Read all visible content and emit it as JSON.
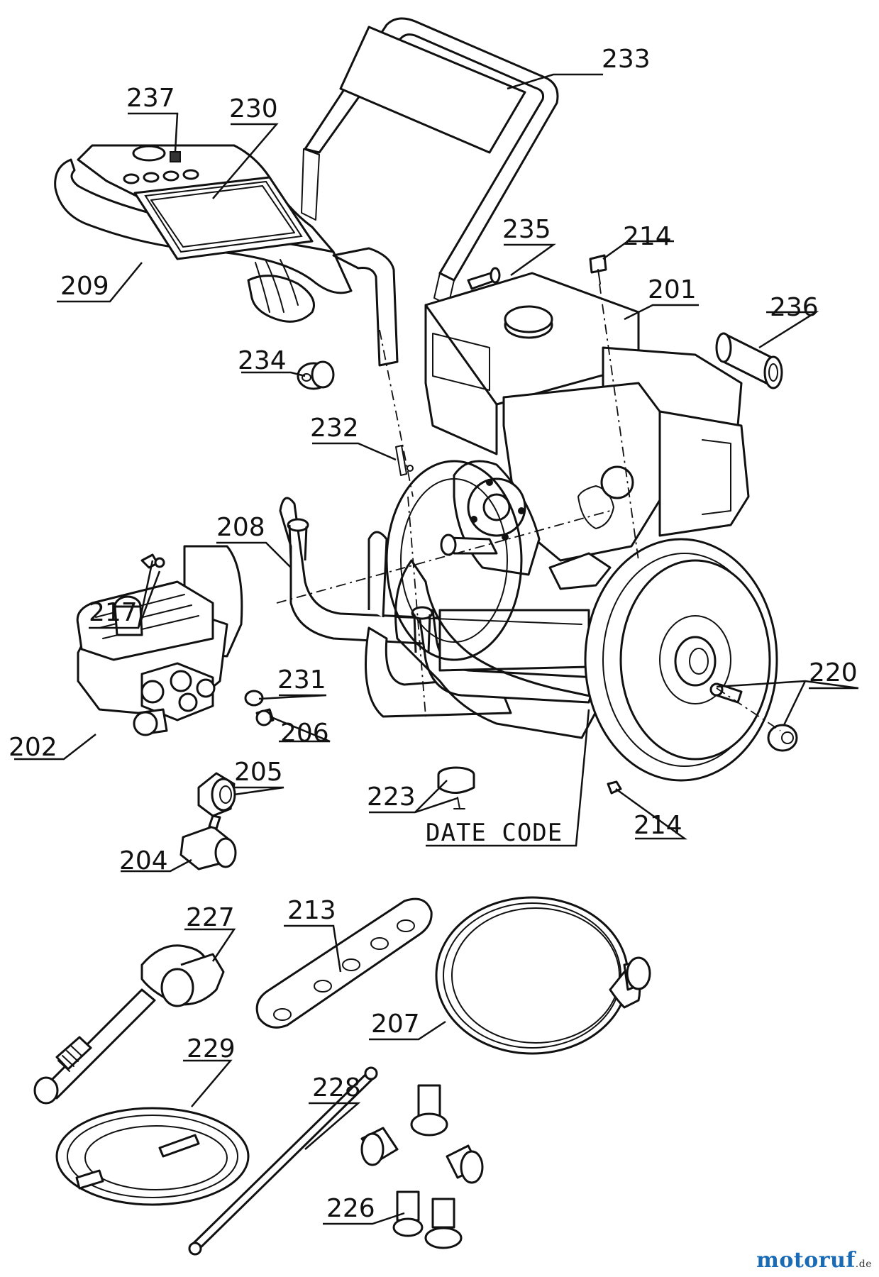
{
  "diagram": {
    "labels": {
      "p201": "201",
      "p202": "202",
      "p204": "204",
      "p205": "205",
      "p206": "206",
      "p207": "207",
      "p208": "208",
      "p209": "209",
      "p213": "213",
      "p214a": "214",
      "p214b": "214",
      "p217": "217",
      "p220": "220",
      "p223": "223",
      "p226": "226",
      "p227": "227",
      "p228": "228",
      "p229": "229",
      "p230": "230",
      "p231": "231",
      "p232": "232",
      "p233": "233",
      "p234": "234",
      "p235": "235",
      "p236": "236",
      "p237": "237"
    },
    "date_code": "DATE CODE"
  },
  "watermark": {
    "brand": "motoruf",
    "tld": ".de",
    "brand_color": "#1a6bb5",
    "accent_color": "#6a4fa0"
  }
}
